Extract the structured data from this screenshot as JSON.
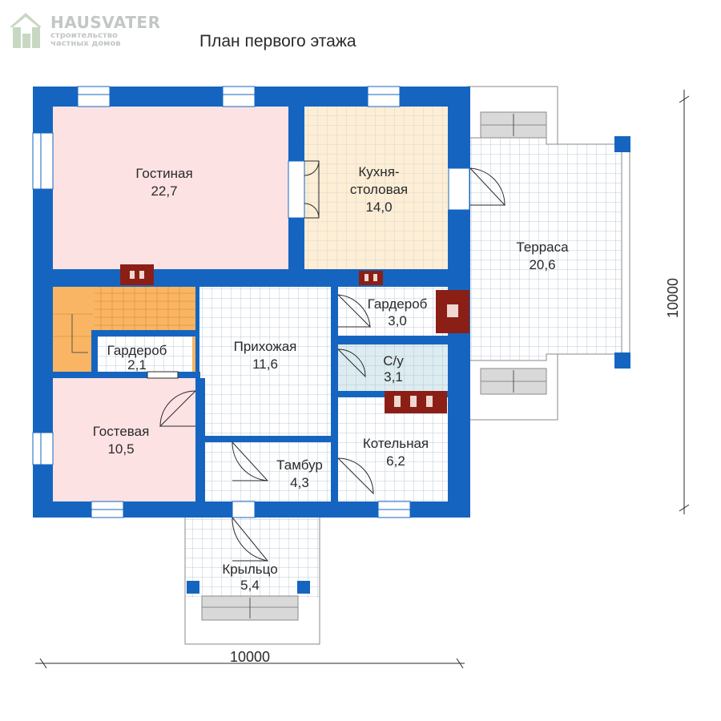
{
  "header": {
    "logo": {
      "brand": "HAUSVATER",
      "tagline_1": "строительство",
      "tagline_2": "частных домов",
      "icon": "house-logo-icon"
    },
    "title": "План первого этажа"
  },
  "colors": {
    "wall": "#1565c0",
    "tile_grid": "#9bb3c8",
    "living_fill": "#fde2e4",
    "kitchen_fill": "#fdeed5",
    "stairs_fill": "#f9b563",
    "bathroom_fill": "#dcecf0",
    "chimney": "#8b1f15"
  },
  "rooms": {
    "living": {
      "name": "Гостиная",
      "area": "22,7"
    },
    "kitchen": {
      "name_1": "Кухня-",
      "name_2": "столовая",
      "area": "14,0"
    },
    "terrace": {
      "name": "Терраса",
      "area": "20,6"
    },
    "hall": {
      "name": "Прихожая",
      "area": "11,6"
    },
    "wardrobe_right": {
      "name": "Гардероб",
      "area": "3,0"
    },
    "wardrobe_left": {
      "name": "Гардероб",
      "area": "2,1"
    },
    "bathroom": {
      "name": "С/у",
      "area": "3,1"
    },
    "guest": {
      "name": "Гостевая",
      "area": "10,5"
    },
    "boiler": {
      "name": "Котельная",
      "area": "6,2"
    },
    "vestibule": {
      "name": "Тамбур",
      "area": "4,3"
    },
    "porch": {
      "name": "Крыльцо",
      "area": "5,4"
    }
  },
  "dimensions": {
    "width": "10000",
    "depth": "10000"
  }
}
